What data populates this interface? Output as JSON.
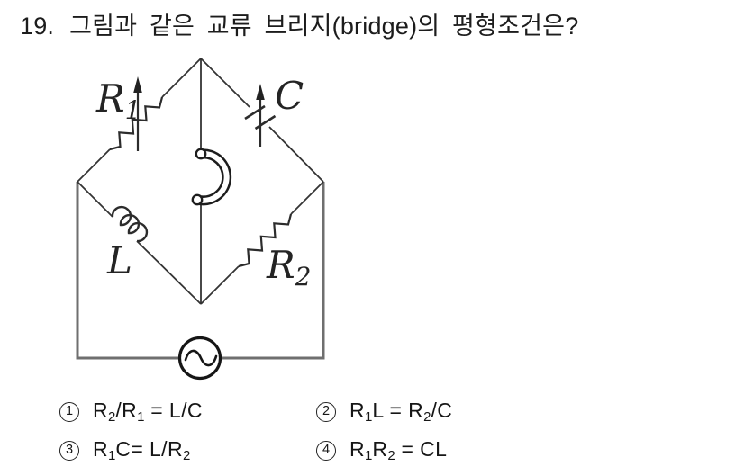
{
  "question": {
    "number": "19.",
    "text": "그림과 같은 교류 브리지(bridge)의 평형조건은?"
  },
  "circuit": {
    "type": "ac-bridge",
    "labels": {
      "r1_main": "R",
      "r1_sub": "1",
      "c": "C",
      "l": "L",
      "r2_main": "R",
      "r2_sub": "2"
    },
    "elements": [
      "variable-resistor-R1",
      "variable-capacitor-C",
      "inductor-L",
      "resistor-R2",
      "headphone-detector",
      "ac-source"
    ],
    "colors": {
      "wire": "#333333",
      "outer_wire": "#6f6f6f",
      "ink": "#1d1d1d"
    }
  },
  "options": [
    {
      "num": "1",
      "segments": [
        {
          "t": "R"
        },
        {
          "t": "2",
          "sub": true
        },
        {
          "t": "/R"
        },
        {
          "t": "1",
          "sub": true
        },
        {
          "t": " = L/C"
        }
      ]
    },
    {
      "num": "2",
      "segments": [
        {
          "t": "R"
        },
        {
          "t": "1",
          "sub": true
        },
        {
          "t": "L = R"
        },
        {
          "t": "2",
          "sub": true
        },
        {
          "t": "/C"
        }
      ]
    },
    {
      "num": "3",
      "segments": [
        {
          "t": "R"
        },
        {
          "t": "1",
          "sub": true
        },
        {
          "t": "C= L/R"
        },
        {
          "t": "2",
          "sub": true
        }
      ]
    },
    {
      "num": "4",
      "segments": [
        {
          "t": "R"
        },
        {
          "t": "1",
          "sub": true
        },
        {
          "t": "R"
        },
        {
          "t": "2",
          "sub": true
        },
        {
          "t": " = CL"
        }
      ]
    }
  ]
}
